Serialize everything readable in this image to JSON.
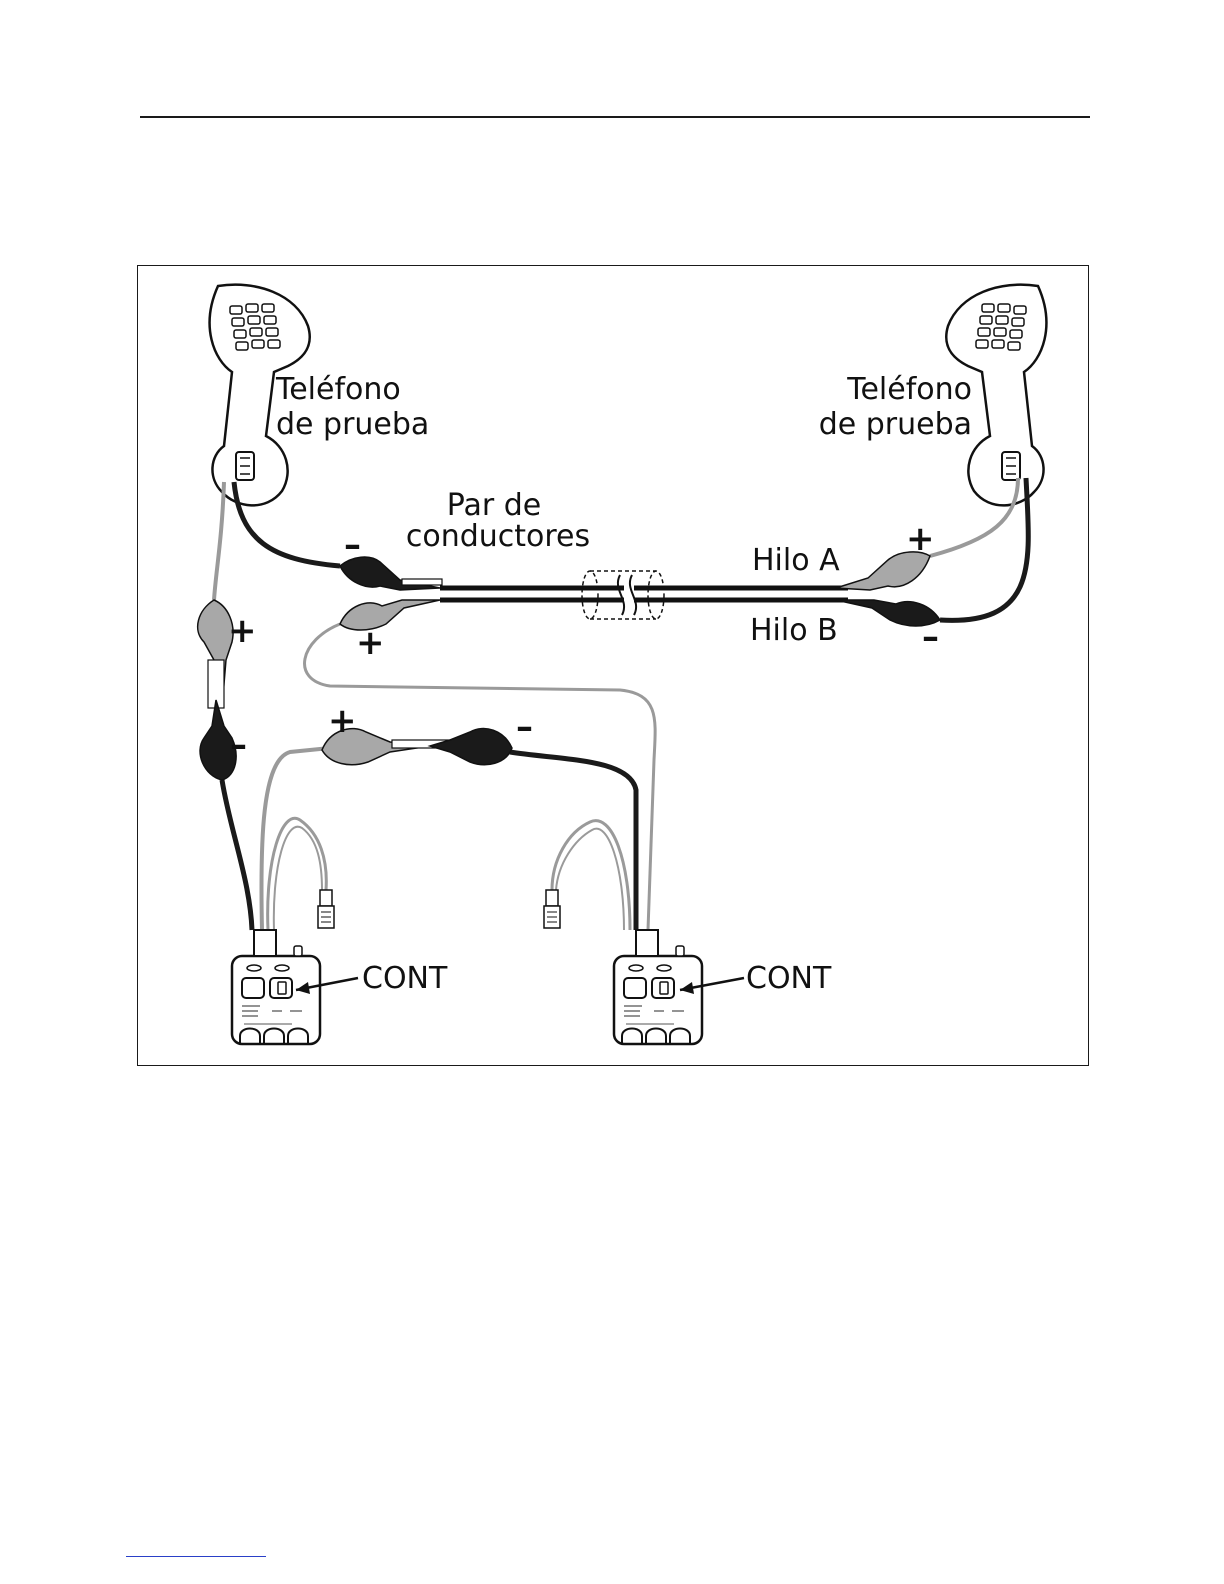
{
  "diagram": {
    "phone_left": {
      "line1": "Teléfono",
      "line2": "de prueba"
    },
    "phone_right": {
      "line1": "Teléfono",
      "line2": "de prueba"
    },
    "pair": {
      "line1": "Par de",
      "line2": "conductores"
    },
    "wire_a": "Hilo A",
    "wire_b": "Hilo B",
    "tester_left_label": "CONT",
    "tester_right_label": "CONT",
    "signs": {
      "top_left_minus": "–",
      "lower_left_plus": "+",
      "right_plus": "+",
      "right_minus": "–",
      "left_plus": "+",
      "left_minus": "–",
      "mid_plus": "+",
      "mid_minus": "–"
    }
  },
  "colors": {
    "black_lead": "#1a1a1a",
    "gray_lead": "#9a9a9a",
    "clip_gray": "#a8a8a8"
  }
}
